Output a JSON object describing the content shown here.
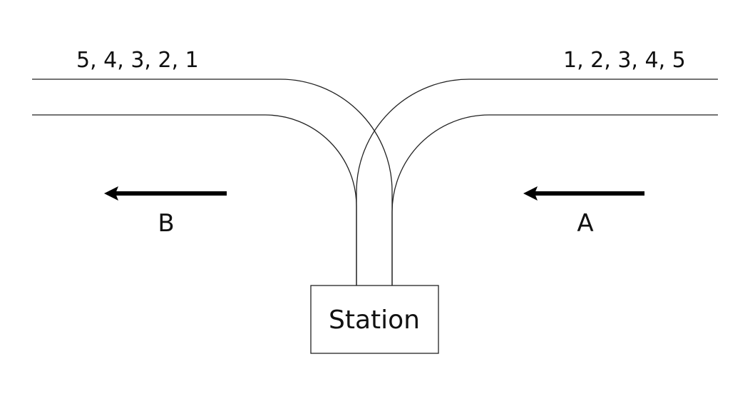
{
  "diagram": {
    "left_sequence": "5, 4, 3, 2, 1",
    "right_sequence": "1, 2, 3, 4, 5",
    "left_direction_label": "B",
    "right_direction_label": "A",
    "station_label": "Station",
    "arrows": {
      "left": "pointing-left",
      "right": "pointing-left"
    },
    "colors": {
      "line": "#222222",
      "arrow": "#000000",
      "background": "#ffffff"
    }
  }
}
